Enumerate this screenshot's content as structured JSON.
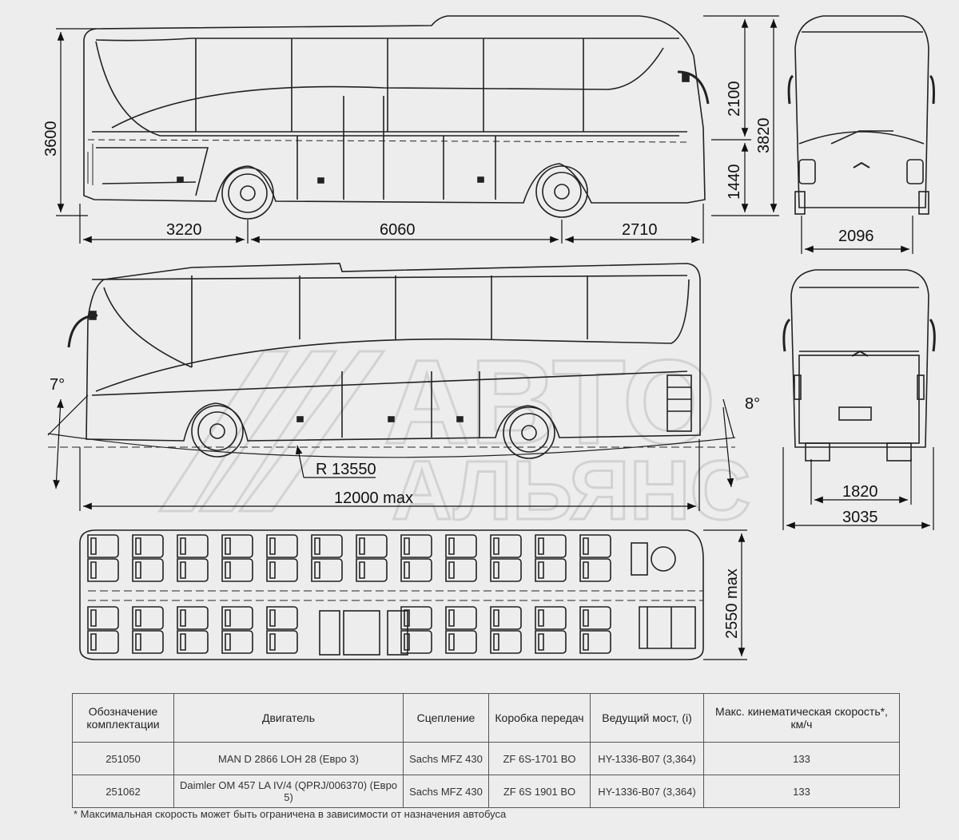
{
  "dimensions": {
    "front_overhang": "3220",
    "wheelbase": "6060",
    "rear_overhang": "2710",
    "body_height": "3600",
    "upper_height": "2100",
    "lower_height": "1440",
    "total_height": "3820",
    "front_track": "2096",
    "approach_angle": "7°",
    "departure_angle": "8°",
    "turning_radius": "R 13550",
    "total_length": "12000 max",
    "rear_track": "1820",
    "mirror_width": "3035",
    "width": "2550 max"
  },
  "watermark": {
    "line1": "АВТО",
    "line2": "АЛЬЯНС"
  },
  "spec_table": {
    "headers": [
      "Обозначение комплектации",
      "Двигатель",
      "Сцепление",
      "Коробка передач",
      "Ведущий мост, (i)",
      "Макс. кинематическая скорость*, км/ч"
    ],
    "rows": [
      [
        "251050",
        "MAN D 2866 LOH 28 (Евро 3)",
        "Sachs MFZ 430",
        "ZF 6S-1701 BO",
        "HY-1336-B07 (3,364)",
        "133"
      ],
      [
        "251062",
        "Daimler OM 457 LA IV/4 (QPRJ/006370) (Евро 5)",
        "Sachs MFZ 430",
        "ZF 6S 1901 BO",
        "HY-1336-B07 (3,364)",
        "133"
      ]
    ],
    "footnote": "* Максимальная скорость может быть ограничена в зависимости от назначения автобуса"
  }
}
